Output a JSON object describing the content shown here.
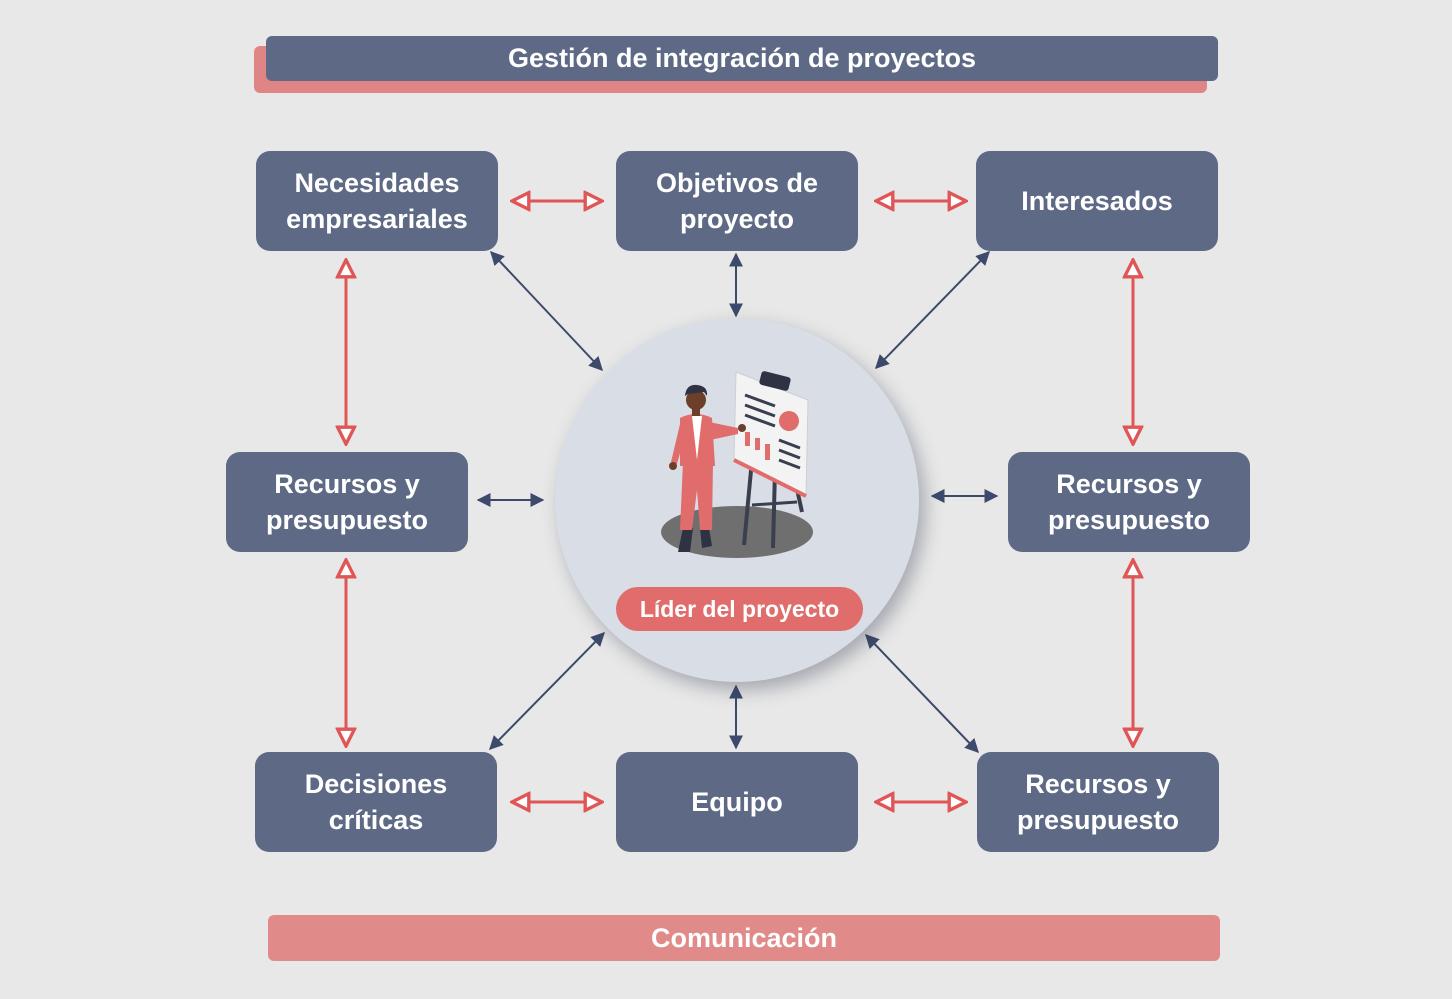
{
  "title": "Gestión de integración de proyectos",
  "nodes": {
    "top_left": "Necesidades\nempresariales",
    "top_center": "Objetivos de\nproyecto",
    "top_right": "Interesados",
    "middle_left": "Recursos y\npresupuesto",
    "middle_right": "Recursos y\npresupuesto",
    "bottom_left": "Decisiones\ncríticas",
    "bottom_center": "Equipo",
    "bottom_right": "Recursos y\npresupuesto"
  },
  "center_label": "Líder del proyecto",
  "footer": "Comunicación",
  "colors": {
    "box": "#5d6985",
    "accent_red": "#e06c6c",
    "arrow_dark": "#3d4a6b",
    "arrow_red": "#e05555",
    "background": "#e8e8e8"
  }
}
